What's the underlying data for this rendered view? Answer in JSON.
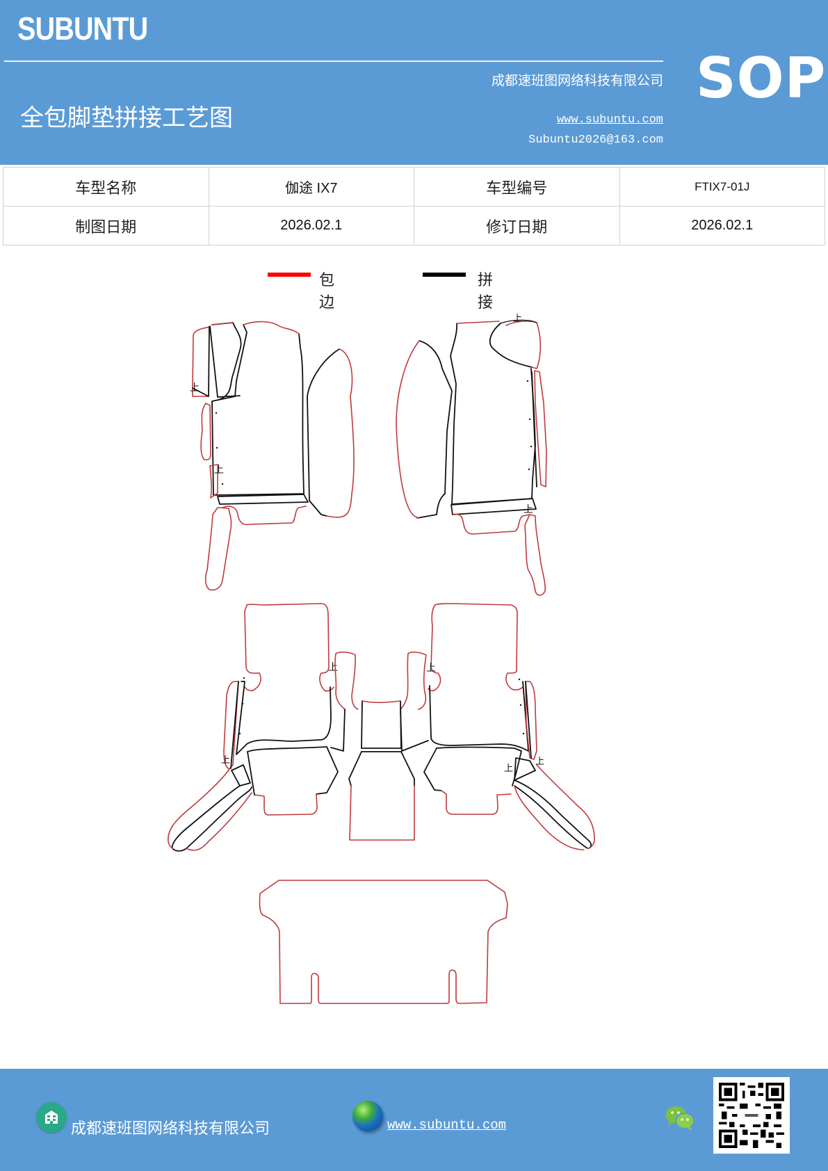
{
  "header": {
    "brand": "SUBUNTU",
    "title": "全包脚垫拼接工艺图",
    "company": "成都速班图网络科技有限公司",
    "website": "www.subuntu.com",
    "email": "Subuntu2026@163.com",
    "badge": "SOP",
    "background_color": "#5b9bd5"
  },
  "info_table": {
    "rows": [
      {
        "label_1": "车型名称",
        "value_1": "伽途 IX7",
        "label_2": "车型编号",
        "value_2": "FTIX7-01J"
      },
      {
        "label_1": "制图日期",
        "value_1": "2026.02.1",
        "label_2": "修订日期",
        "value_2": "2026.02.1"
      }
    ]
  },
  "legend": {
    "items": [
      {
        "label": "包边",
        "color": "#ff0000"
      },
      {
        "label": "拼接",
        "color": "#000000"
      }
    ]
  },
  "diagram": {
    "edge_color": "#c0393b",
    "seam_color": "#111111",
    "marker_text": "上",
    "groups": [
      "front-left-mat-set",
      "front-right-mat-set",
      "second-row-left-mat-set",
      "second-row-center-mat-set",
      "second-row-right-mat-set",
      "third-row-mat"
    ]
  },
  "footer": {
    "company": "成都速班图网络科技有限公司",
    "website": "www.subuntu.com",
    "icons": [
      "building-icon",
      "globe-icon",
      "wechat-icon",
      "qr-code"
    ]
  }
}
